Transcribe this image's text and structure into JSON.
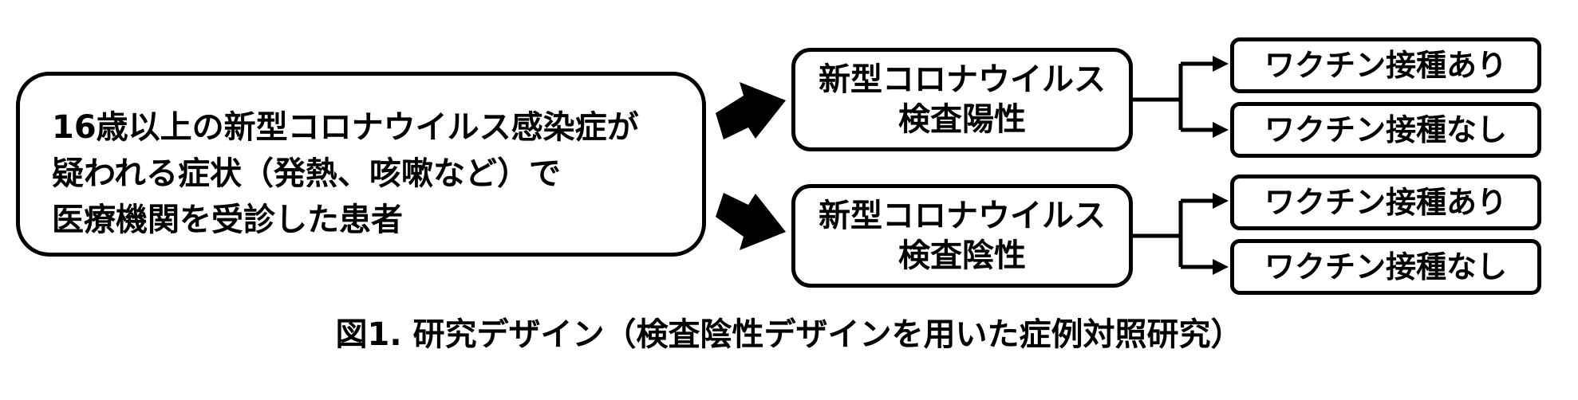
{
  "patient_box": {
    "lines": [
      "16歳以上の新型コロナウイルス感染症が",
      "疑われる症状（発熱、咳嗽など）で",
      "医療機関を受診した患者"
    ]
  },
  "test_positive": {
    "line1": "新型コロナウイルス",
    "line2": "検査陽性"
  },
  "test_negative": {
    "line1": "新型コロナウイルス",
    "line2": "検査陰性"
  },
  "vaccination": {
    "positive_yes": "ワクチン接種あり",
    "positive_no": "ワクチン接種なし",
    "negative_yes": "ワクチン接種あり",
    "negative_no": "ワクチン接種なし"
  },
  "caption": "図1. 研究デザイン（検査陰性デザインを用いた症例対照研究）"
}
